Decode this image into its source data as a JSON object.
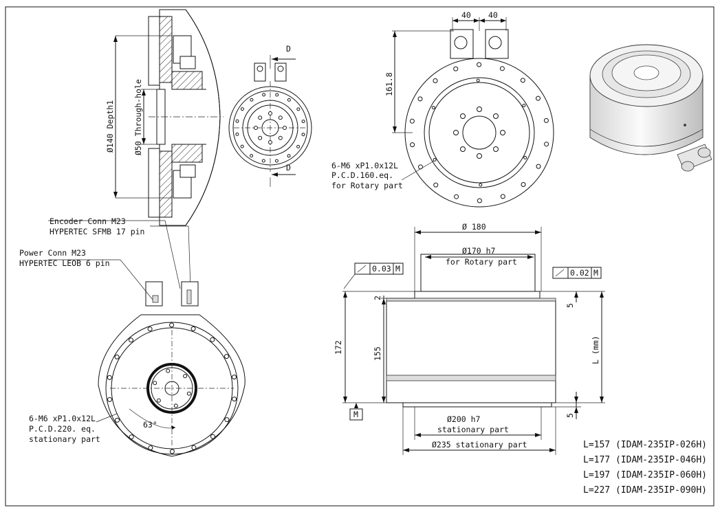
{
  "labels": {
    "dim_140": "Ø140 Depth1",
    "dim_50": "Ø50 Through-hole",
    "d_top": "D",
    "d_bottom": "D",
    "dim_40_left": "40",
    "dim_40_right": "40",
    "dim_161_8": "161.8",
    "rotary_holes_1": "6-M6 xP1.0x12L",
    "rotary_holes_2": "P.C.D.160.eq.",
    "rotary_holes_3": "for Rotary part",
    "encoder_1": "Encoder Conn M23",
    "encoder_2": "HYPERTEC SFMB 17 pin",
    "power_1": "Power Conn M23",
    "power_2": "HYPERTEC LEOB 6 pin",
    "angle_63": "63°",
    "stat_holes_1": "6-M6 xP1.0x12L",
    "stat_holes_2": "P.C.D.220. eq.",
    "stat_holes_3": "stationary part",
    "dim_180": "Ø 180",
    "dim_170_1": "Ø170 h7",
    "dim_170_2": "for Rotary part",
    "tol_left_val": "0.03",
    "tol_left_ref": "M",
    "tol_right_val": "0.02",
    "tol_right_ref": "M",
    "dim_2": "2",
    "dim_5_top": "5",
    "dim_172": "172",
    "dim_155": "155",
    "dim_L": "L (mm)",
    "datum_M": "M",
    "dim_5_bottom": "5",
    "dim_200_1": "Ø200 h7",
    "dim_200_2": "stationary part",
    "dim_235": "Ø235 stationary part"
  },
  "models": [
    "L=157 (IDAM-235IP-026H)",
    "L=177 (IDAM-235IP-046H)",
    "L=197 (IDAM-235IP-060H)",
    "L=227 (IDAM-235IP-090H)"
  ]
}
